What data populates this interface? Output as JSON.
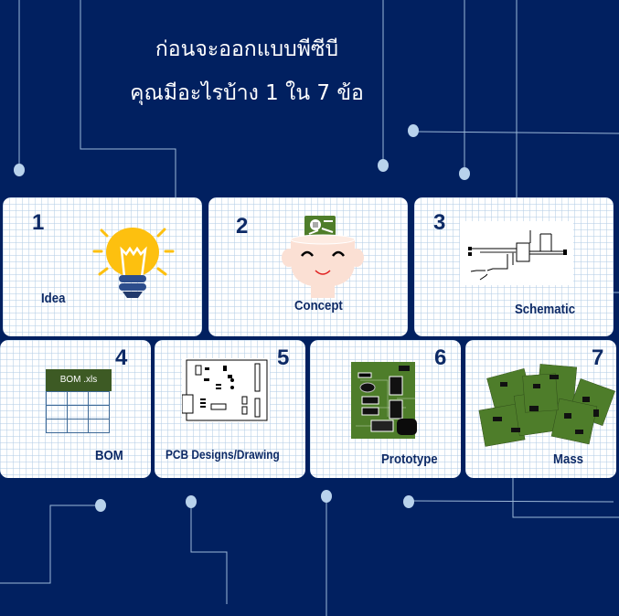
{
  "header": {
    "title_line1": "ก่อนจะออกแบบพีซีบี",
    "title_line2": "คุณมีอะไรบ้าง 1 ใน 7 ข้อ"
  },
  "colors": {
    "background": "#012060",
    "card": "#ffffff",
    "text_accent": "#0d2a66",
    "trace_line": "#b8d2ec",
    "bulb_yellow": "#fdc00f",
    "bulb_base": "#2d4d8c",
    "pcb_green": "#4e7d2a",
    "bom_header": "#3d5a24"
  },
  "steps": [
    {
      "number": "1",
      "label": "Idea",
      "icon": "lightbulb-icon"
    },
    {
      "number": "2",
      "label": "Concept",
      "icon": "head-with-chip-icon"
    },
    {
      "number": "3",
      "label": "Schematic",
      "icon": "schematic-diagram-icon"
    },
    {
      "number": "4",
      "label": "BOM",
      "icon": "spreadsheet-icon",
      "file_label": "BOM .xls"
    },
    {
      "number": "5",
      "label": "PCB Designs/Drawing",
      "icon": "pcb-layout-icon"
    },
    {
      "number": "6",
      "label": "Prototype",
      "icon": "pcb-board-icon"
    },
    {
      "number": "7",
      "label": "Mass",
      "icon": "stacked-pcbs-icon"
    }
  ]
}
